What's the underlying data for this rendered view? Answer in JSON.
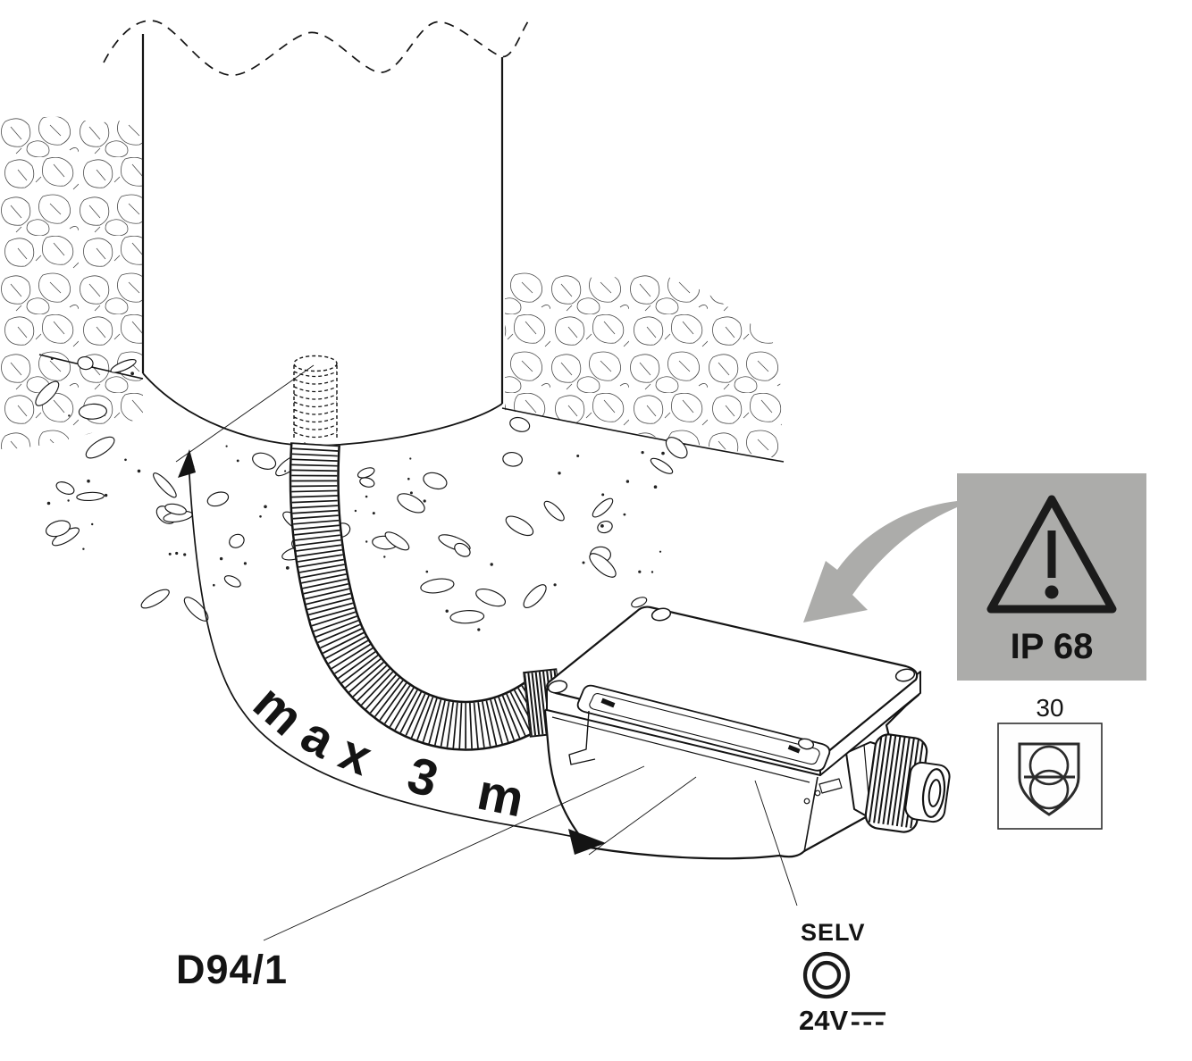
{
  "diagram": {
    "labels": {
      "dimension": "max 3 m",
      "part": "D94/1",
      "ip_rating": "IP 68",
      "transformer_marking": "30",
      "selv": "SELV",
      "voltage": "24V"
    },
    "colors": {
      "panel_gray": "#ACACAA",
      "ink": "#141414"
    },
    "symbols": [
      "warning-triangle-icon",
      "fail-safe-transformer-icon",
      "double-circle-icon",
      "dc-voltage-icon"
    ]
  }
}
